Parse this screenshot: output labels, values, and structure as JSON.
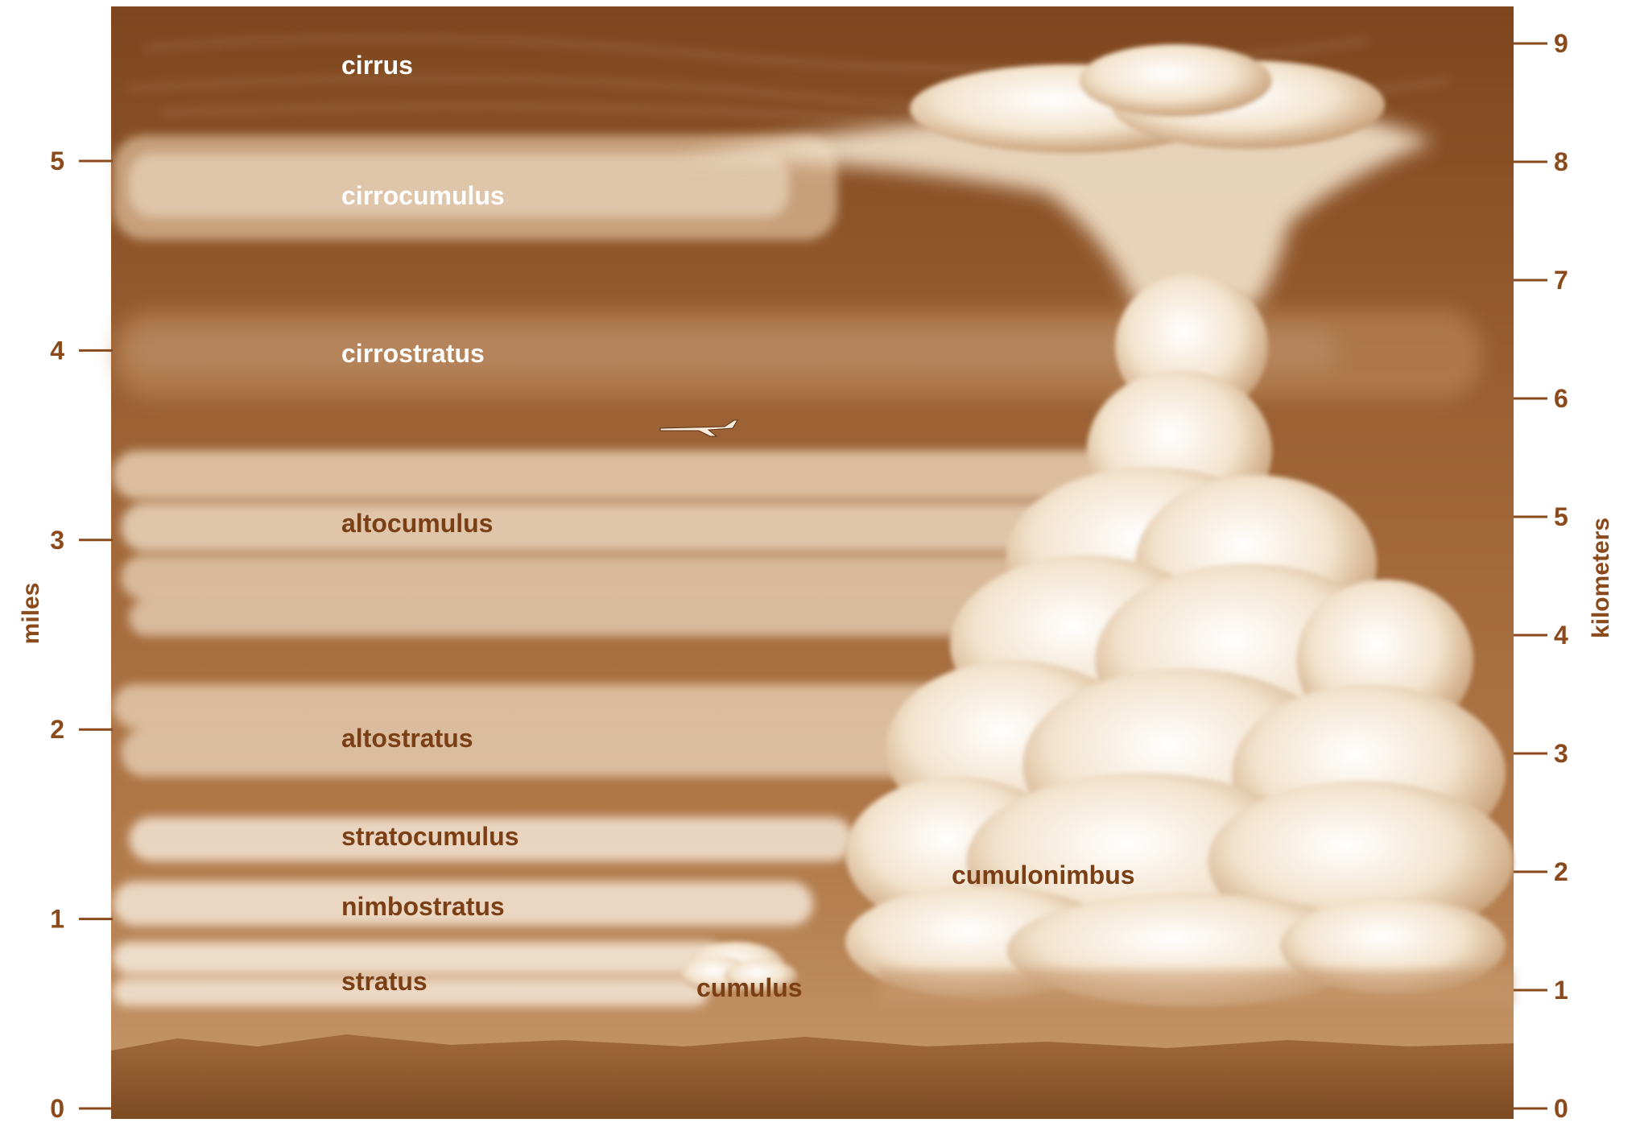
{
  "axes": {
    "left": {
      "label": "miles",
      "ticks": [
        "0",
        "1",
        "2",
        "3",
        "4",
        "5"
      ]
    },
    "right": {
      "label": "kilometers",
      "ticks": [
        "0",
        "1",
        "2",
        "3",
        "4",
        "5",
        "6",
        "7",
        "8",
        "9"
      ]
    }
  },
  "cloud_labels": {
    "cirrus": "cirrus",
    "cirrocumulus": "cirrocumulus",
    "cirrostratus": "cirrostratus",
    "altocumulus": "altocumulus",
    "altostratus": "altostratus",
    "stratocumulus": "stratocumulus",
    "nimbostratus": "nimbostratus",
    "stratus": "stratus",
    "cumulus": "cumulus",
    "cumulonimbus": "cumulonimbus"
  },
  "colors": {
    "sky_top": "#8a4e22",
    "sky_mid": "#a2683a",
    "sky_bottom": "#c89a6e",
    "cloud": "#f7ecdd",
    "axis_text": "#8a4a1c",
    "label_light": "#ffffff",
    "label_dark": "#7b3f16",
    "ground": "#8c5a30"
  },
  "icons": {
    "airplane": "airplane-icon"
  }
}
